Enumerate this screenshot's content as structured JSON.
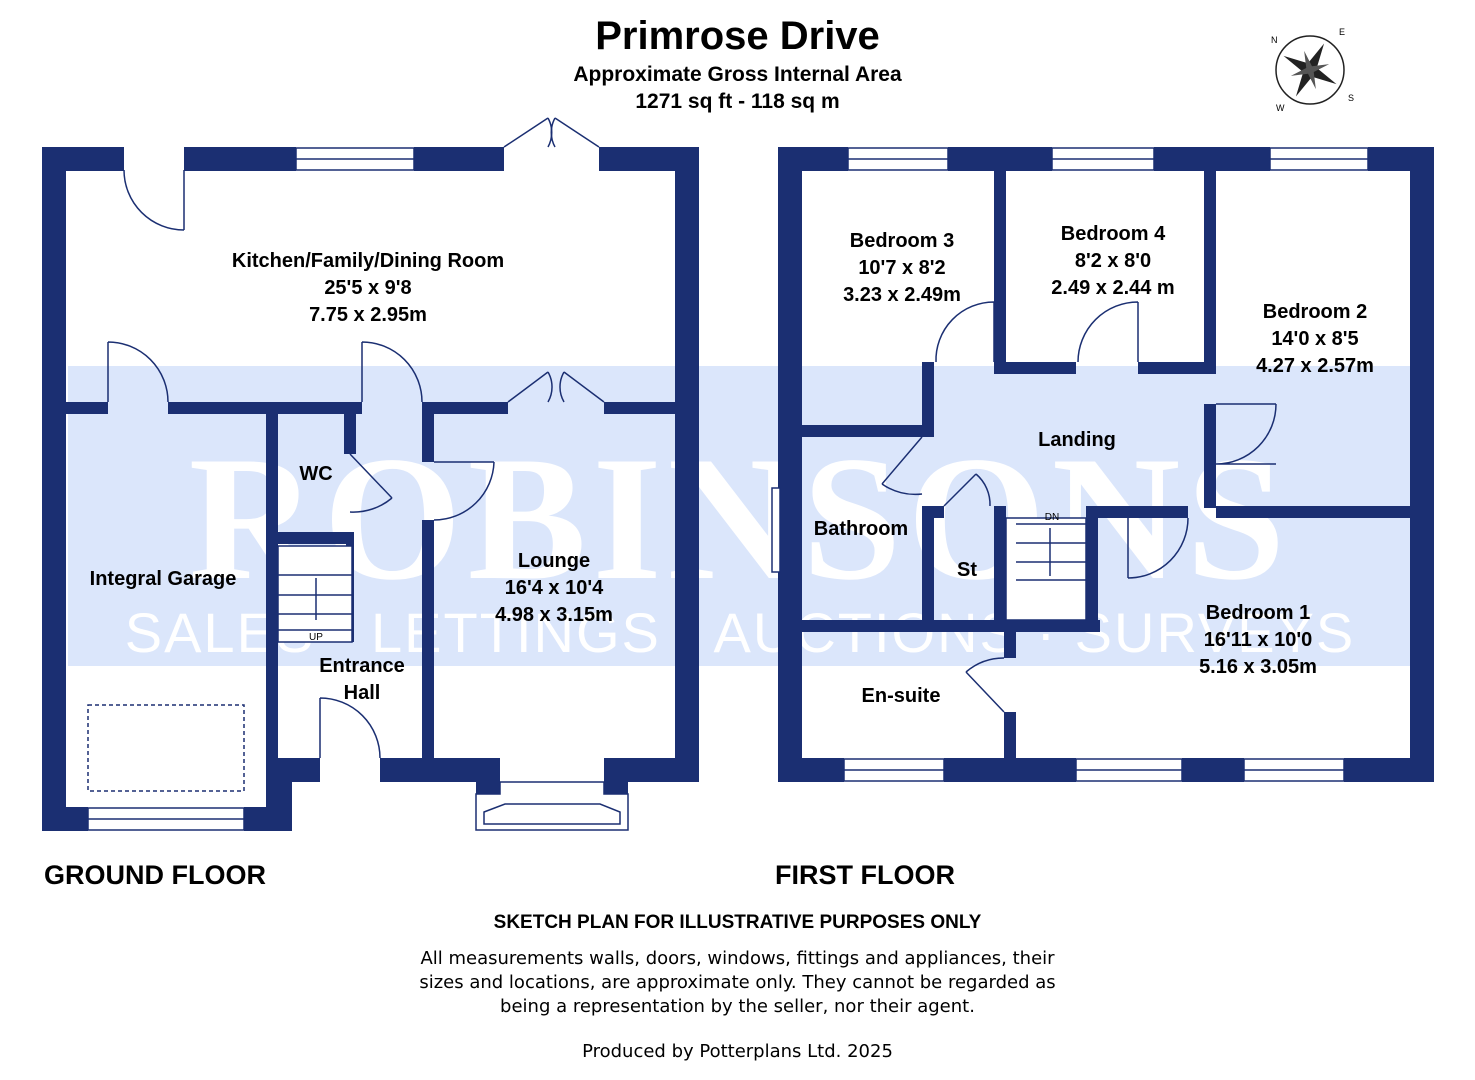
{
  "header": {
    "title": "Primrose Drive",
    "area_heading": "Approximate Gross Internal Area",
    "area_value": "1271 sq ft - 118 sq m"
  },
  "watermark": {
    "main": "ROBINSONS",
    "services": "SALES · LETTINGS · AUCTIONS · SURVEYS"
  },
  "colors": {
    "wall": "#1b2f72",
    "watermark_band": "#dbe6fb",
    "background": "#ffffff"
  },
  "ground_floor": {
    "label": "GROUND FLOOR",
    "rooms": {
      "kitchen": {
        "name": "Kitchen/Family/Dining Room",
        "imperial": "25'5 x 9'8",
        "metric": "7.75 x 2.95m"
      },
      "wc": {
        "name": "WC"
      },
      "garage": {
        "name": "Integral Garage"
      },
      "hall": {
        "name_line1": "Entrance",
        "name_line2": "Hall"
      },
      "lounge": {
        "name": "Lounge",
        "imperial": "16'4 x 10'4",
        "metric": "4.98 x 3.15m"
      }
    },
    "stairs_label": "UP"
  },
  "first_floor": {
    "label": "FIRST FLOOR",
    "rooms": {
      "bed3": {
        "name": "Bedroom 3",
        "imperial": "10'7 x 8'2",
        "metric": "3.23 x 2.49m"
      },
      "bed4": {
        "name": "Bedroom 4",
        "imperial": "8'2 x 8'0",
        "metric": "2.49 x 2.44 m"
      },
      "bed2": {
        "name": "Bedroom 2",
        "imperial": "14'0 x 8'5",
        "metric": "4.27 x 2.57m"
      },
      "landing": {
        "name": "Landing"
      },
      "bathroom": {
        "name": "Bathroom"
      },
      "store": {
        "name": "St"
      },
      "bed1": {
        "name": "Bedroom 1",
        "imperial": "16'11 x 10'0",
        "metric": "5.16 x 3.05m"
      },
      "ensuite": {
        "name": "En-suite"
      }
    },
    "stairs_label": "DN"
  },
  "compass": {
    "n": "N",
    "e": "E",
    "s": "S",
    "w": "W"
  },
  "footer": {
    "heading": "SKETCH PLAN FOR ILLUSTRATIVE PURPOSES ONLY",
    "line1": "All measurements walls, doors, windows, fittings and appliances, their",
    "line2": "sizes and locations, are approximate only. They cannot be regarded as",
    "line3": "being a representation by the seller, nor their agent.",
    "credit": "Produced by Potterplans Ltd. 2025"
  }
}
